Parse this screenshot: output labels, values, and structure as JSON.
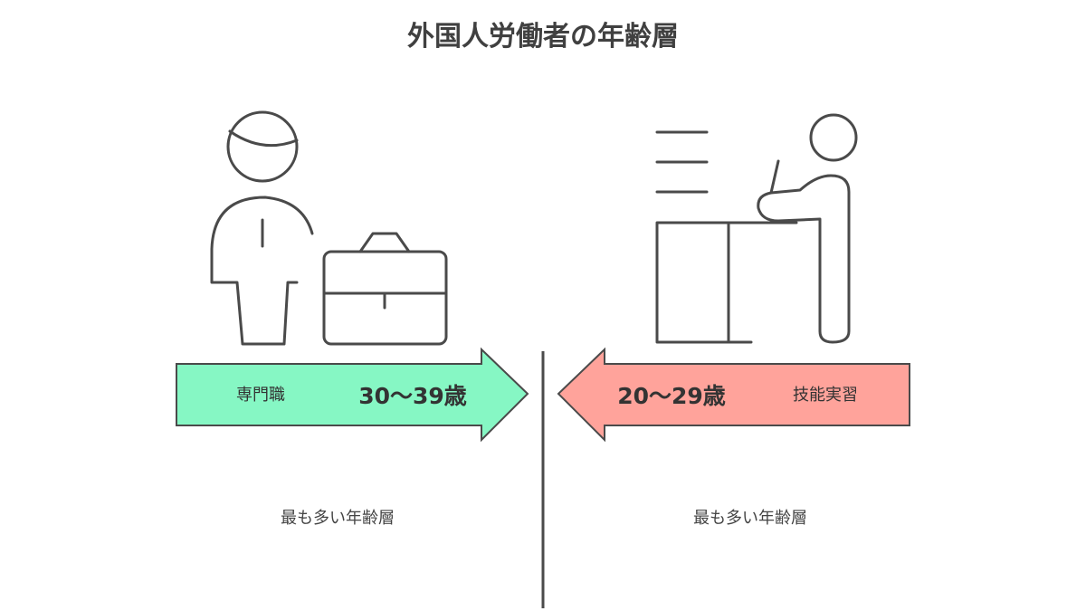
{
  "title": "外国人労働者の年齢層",
  "groups": [
    {
      "category": "専門職",
      "age": "30〜39歳",
      "note": "最も多い年齢層",
      "arrow_color": "#86f7c4",
      "direction": "right",
      "icon": "office-worker-with-briefcase-icon"
    },
    {
      "category": "技能実習",
      "age": "20〜29歳",
      "note": "最も多い年齢層",
      "arrow_color": "#ffa39b",
      "direction": "left",
      "icon": "worker-at-desk-icon"
    }
  ],
  "colors": {
    "stroke": "#4a4a4a",
    "divider": "#4a4a4a"
  }
}
